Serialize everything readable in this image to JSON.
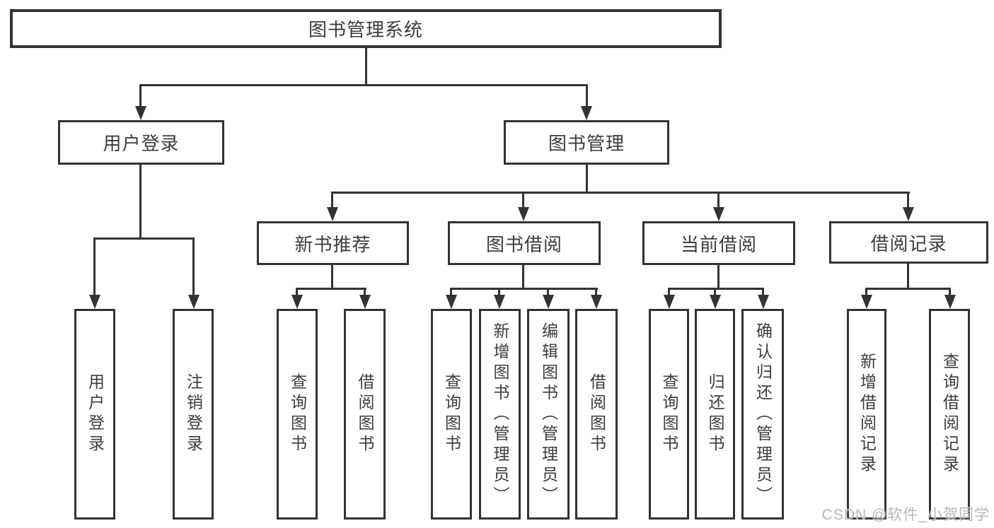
{
  "diagram": {
    "title": "图书管理系统",
    "branches": [
      {
        "label": "用户登录",
        "children": [
          "用户登录",
          "注销登录"
        ]
      },
      {
        "label": "图书管理",
        "sections": [
          {
            "label": "新书推荐",
            "children": [
              "查询图书",
              "借阅图书"
            ]
          },
          {
            "label": "图书借阅",
            "children": [
              "查询图书",
              "新增图书（管理员）",
              "编辑图书（管理员）",
              "借阅图书"
            ]
          },
          {
            "label": "当前借阅",
            "children": [
              "查询图书",
              "归还图书",
              "确认归还（管理员）"
            ]
          },
          {
            "label": "借阅记录",
            "children": [
              "新增借阅记录",
              "查询借阅记录"
            ]
          }
        ]
      }
    ]
  },
  "watermark": "CSDN @软件_小贺同学",
  "colors": {
    "line": "#333333",
    "text": "#3c3c3c",
    "watermark": "#b7b7b7",
    "background": "#ffffff"
  }
}
